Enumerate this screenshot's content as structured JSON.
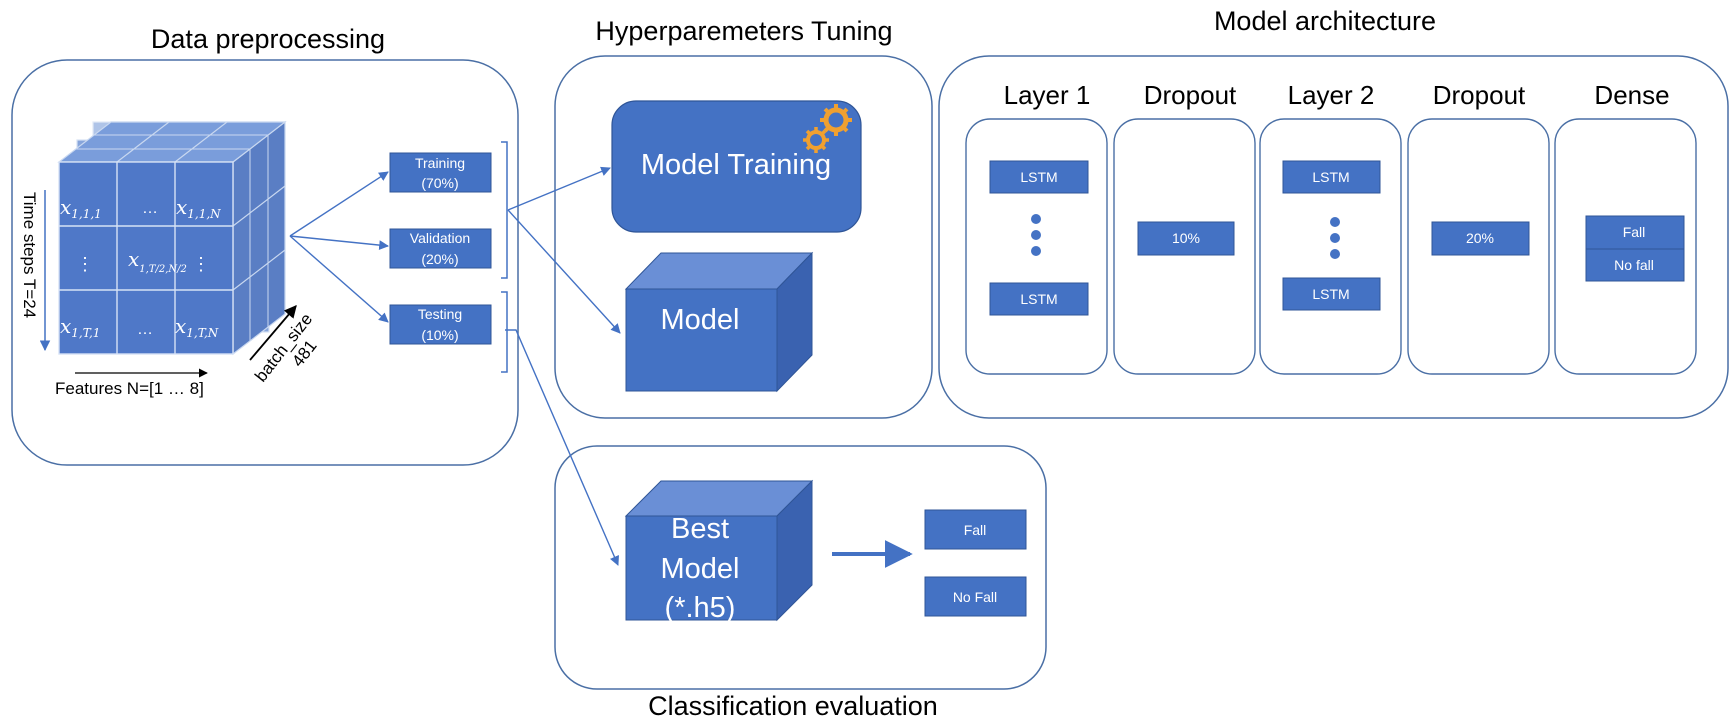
{
  "sections": {
    "data_preprocessing": "Data preprocessing",
    "hyperparameters": "Hyperparemeters Tuning",
    "model_architecture": "Model architecture",
    "classification": "Classification evaluation"
  },
  "cube": {
    "cell_top_left": "x",
    "sub_top_left": "1,1,1",
    "cell_top_mid": "…",
    "cell_top_right": "x",
    "sub_top_right": "1,1,N",
    "cell_mid_left": "⋮",
    "cell_mid_center": "x",
    "sub_mid_center": "1,T/2,N/2",
    "cell_mid_right": "⋮",
    "cell_bot_left": "x",
    "sub_bot_left": "1,T,1",
    "cell_bot_mid": "…",
    "cell_bot_right": "x",
    "sub_bot_right": "1,T,N",
    "time_axis": "Time steps T=24",
    "features_axis": "Features N=[1 … 8]",
    "batch_label": "batch_size",
    "batch_value": "481"
  },
  "splits": {
    "training": [
      "Training",
      "(70%)"
    ],
    "validation": [
      "Validation",
      "(20%)"
    ],
    "testing": [
      "Testing",
      "(10%)"
    ]
  },
  "tuning": {
    "model_training": "Model Training",
    "model": "Model"
  },
  "architecture": {
    "layer1": {
      "title": "Layer 1",
      "top": "LSTM",
      "bottom": "LSTM"
    },
    "dropout1": {
      "title": "Dropout",
      "value": "10%"
    },
    "layer2": {
      "title": "Layer 2",
      "top": "LSTM",
      "bottom": "LSTM"
    },
    "dropout2": {
      "title": "Dropout",
      "value": "20%"
    },
    "dense": {
      "title": "Dense",
      "out1": "Fall",
      "out2": "No fall"
    }
  },
  "evaluation": {
    "best_model": [
      "Best",
      "Model",
      "(*.h5)"
    ],
    "fall": "Fall",
    "no_fall": "No Fall"
  },
  "colors": {
    "box_fill": "#4472c4",
    "box_stroke": "#2f5597",
    "panel_stroke": "#4a6fa5",
    "gear": "#f0a030"
  }
}
